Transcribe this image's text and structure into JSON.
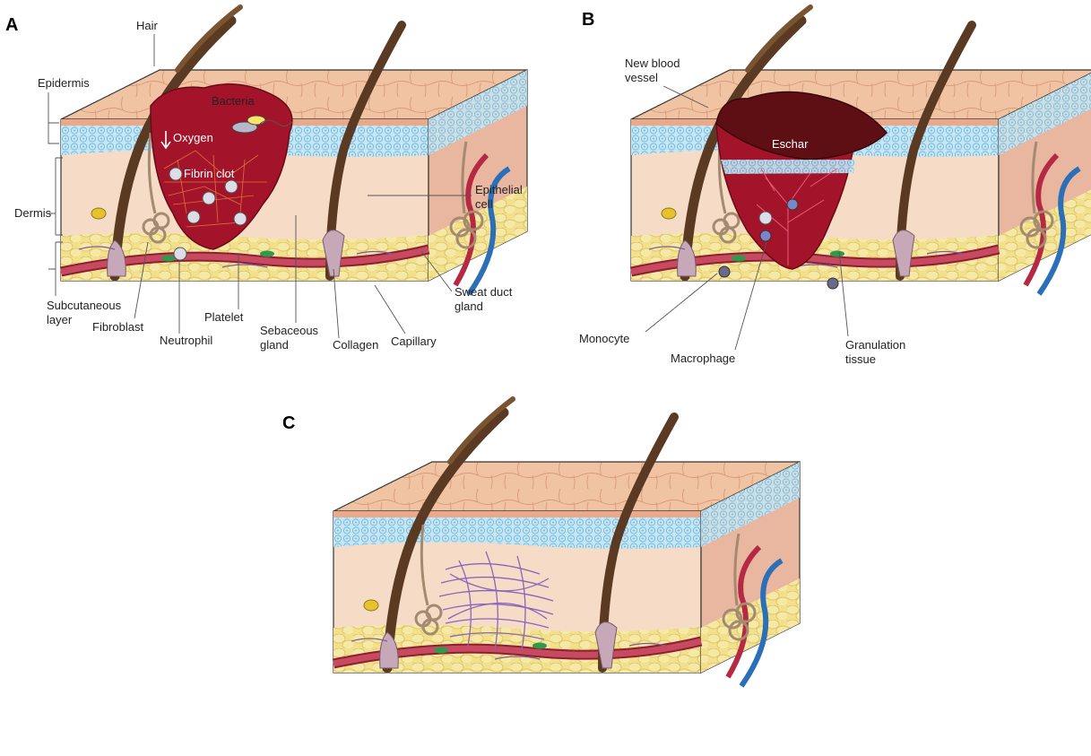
{
  "panels": [
    {
      "letter": "A",
      "labels": {
        "hair": "Hair",
        "epidermis": "Epidermis",
        "dermis": "Dermis",
        "subcutaneous": [
          "Subcutaneous",
          "layer"
        ],
        "bacteria": "Bacteria",
        "oxygen": "Oxygen",
        "fibrin_clot": "Fibrin clot",
        "epithelial_cell": [
          "Epithelial",
          "cell"
        ],
        "sweat_duct_gland": [
          "Sweat duct",
          "gland"
        ],
        "fibroblast": "Fibroblast",
        "neutrophil": "Neutrophil",
        "platelet": "Platelet",
        "sebaceous_gland": [
          "Sebaceous",
          "gland"
        ],
        "collagen": "Collagen",
        "capillary": "Capillary"
      }
    },
    {
      "letter": "B",
      "labels": {
        "new_blood_vessel": [
          "New blood",
          "vessel"
        ],
        "eschar": "Eschar",
        "monocyte": "Monocyte",
        "macrophage": "Macrophage",
        "granulation_tissue": [
          "Granulation",
          "tissue"
        ]
      }
    },
    {
      "letter": "C",
      "labels": {}
    }
  ],
  "colors": {
    "skin_top": "#f2c8a8",
    "epidermis_blue": "#bfe3f2",
    "dermis": "#f6dcc6",
    "side_dermis": "#e9b6a0",
    "fat": "#f3e08c",
    "wound": "#a3142a",
    "eschar": "#5e0f14",
    "vessel": "#c0304a",
    "vein": "#2a6fb8",
    "hair": "#5a3a22",
    "collagen_scar": "#8a64b8"
  }
}
